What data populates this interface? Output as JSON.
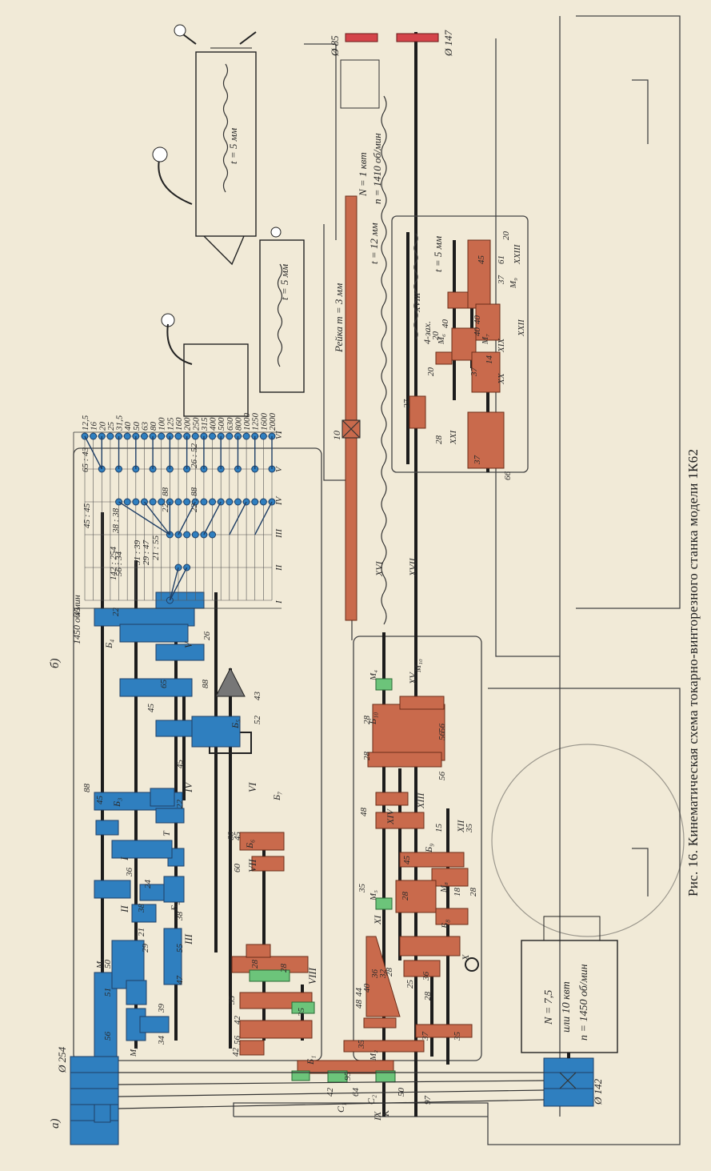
{
  "caption": "Рис. 16. Кинематическая схема токарно-винторезного станка модели 1К62",
  "panel_labels": {
    "a": "а)",
    "b": "б)"
  },
  "pulleys": {
    "d254": "Ø 254",
    "d142": "Ø 142",
    "d85": "Ø 85",
    "d147": "Ø 147"
  },
  "motor_main": {
    "line1": "N = 7,5",
    "line2": "или 10 квт",
    "line3": "n = 1450 об/мин"
  },
  "motor_aux": {
    "line1": "N = 1 квт",
    "line2": "n = 1410 об/мин"
  },
  "annotations": {
    "lead_screw": "t = 12 мм",
    "tail_screw": "t = 5 мм",
    "carriage_screw": "t = 5 мм",
    "apron_screw": "t = 5 мм",
    "rack": "Рейка m = 3 мм",
    "rack_gear": "10",
    "worm": "4-зах."
  },
  "shafts_head": [
    "I",
    "II",
    "III",
    "IV",
    "V",
    "VI",
    "VII",
    "VIII"
  ],
  "shafts_feed": [
    "IX",
    "X",
    "XI",
    "XII",
    "XIII",
    "XIV",
    "XV",
    "XVI",
    "XVII"
  ],
  "shafts_apron": [
    "XVIII",
    "XIX",
    "XX",
    "XXI",
    "XXII",
    "XXIII"
  ],
  "gears_head": [
    "51",
    "56",
    "50",
    "34",
    "39",
    "29",
    "21",
    "55",
    "47",
    "38",
    "38",
    "24",
    "36",
    "88",
    "45",
    "22",
    "45",
    "65",
    "43",
    "52",
    "45",
    "22",
    "88",
    "26",
    "45",
    "60",
    "60",
    "45",
    "35",
    "28",
    "42",
    "42",
    "56",
    "28",
    "35"
  ],
  "gears_feed": [
    "64",
    "42",
    "95",
    "50",
    "97",
    "35",
    "37",
    "35",
    "48",
    "44",
    "40",
    "36",
    "32",
    "28",
    "25",
    "36",
    "28",
    "35",
    "28",
    "45",
    "18",
    "28",
    "15",
    "35",
    "48",
    "28",
    "56",
    "56",
    "56",
    "28"
  ],
  "gears_apron": [
    "27",
    "28",
    "20",
    "37",
    "40",
    "14",
    "37",
    "66",
    "45",
    "61",
    "37",
    "20",
    "40",
    "40",
    "20"
  ],
  "clutches": [
    "M₁",
    "M₂",
    "M₃",
    "M₄",
    "M₅",
    "M₆",
    "M₇",
    "M₈",
    "M₉",
    "M₁₀"
  ],
  "blocks": [
    "Б₁",
    "Б₂",
    "Б₃",
    "Б₄",
    "Б₅",
    "Б₆",
    "Б₇",
    "Б₈",
    "Б₉",
    "Б₁₀"
  ],
  "misc_labels": {
    "c1": "С₁",
    "c2": "С₂",
    "k": "К",
    "t": "Т"
  },
  "speed_chart": {
    "rpm_input": "1450 об/мин",
    "ratios": [
      "142 : 254",
      "56 : 34",
      "51 : 39",
      "29 : 47",
      "21 : 55",
      "38 : 38",
      "45 : 45",
      "22 : 88",
      "22 : 88",
      "65 : 43",
      "26 : 52"
    ],
    "shaft_labels": [
      "I",
      "II",
      "III",
      "IV",
      "V",
      "VI"
    ],
    "speeds": [
      "2000",
      "1600",
      "1250",
      "1000",
      "800",
      "630",
      "500",
      "400",
      "315",
      "250",
      "200",
      "160",
      "125",
      "100",
      "80",
      "63",
      "50",
      "40",
      "31,5",
      "25",
      "20",
      "16",
      "12,5"
    ]
  },
  "colors": {
    "headstock": "#2f7fbf",
    "feed": "#c96a4c",
    "clutch": "#6cc47a",
    "paper": "#f1ead7"
  }
}
